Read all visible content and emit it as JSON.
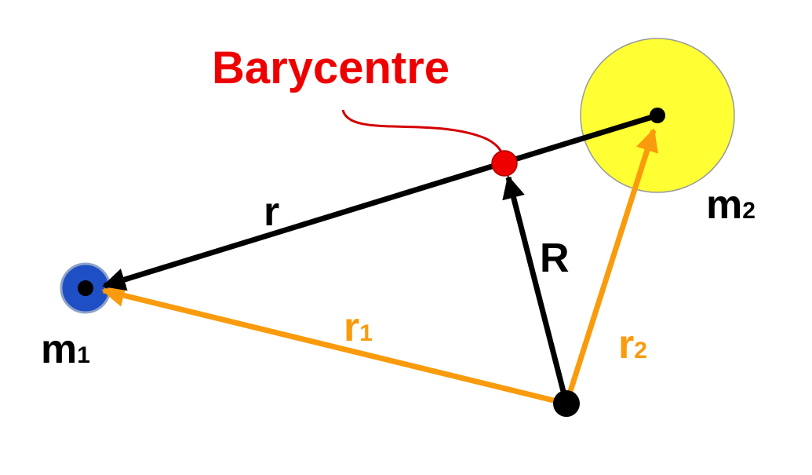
{
  "labels": {
    "barycentre": "Barycentre",
    "r": "r",
    "R": "R",
    "r1_main": "r",
    "r1_sub": "1",
    "r2_main": "r",
    "r2_sub": "2",
    "m1_main": "m",
    "m1_sub": "1",
    "m2_main": "m",
    "m2_sub": "2"
  },
  "colors": {
    "barycentre": "#ee0000",
    "black": "#000000",
    "orange": "#f99b0c",
    "mass1_fill": "#1f4fc4",
    "mass1_stroke": "#8fa3c8",
    "mass2_fill": "#ffff33",
    "mass2_stroke": "#9a9a9a"
  }
}
